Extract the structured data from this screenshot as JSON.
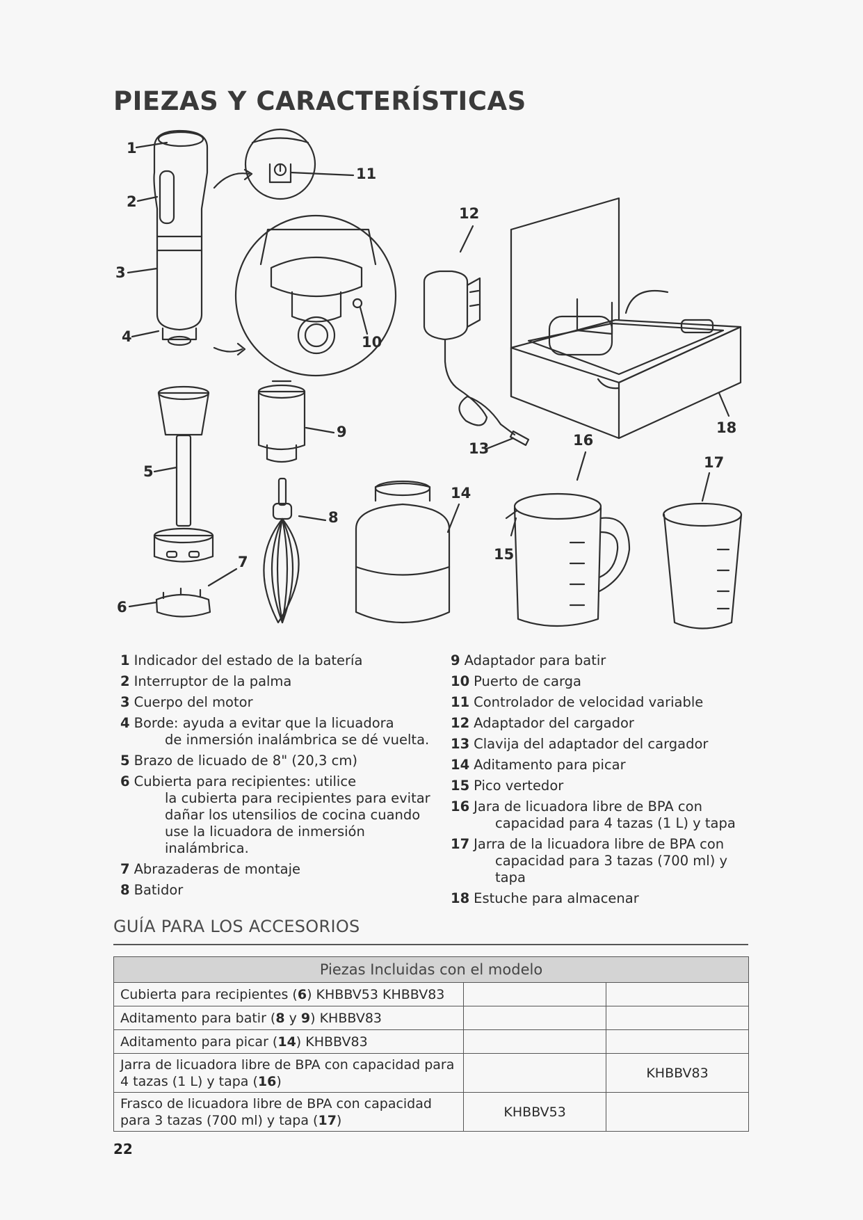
{
  "title": "PIEZAS Y CARACTERÍSTICAS",
  "callouts": [
    "1",
    "2",
    "3",
    "4",
    "5",
    "6",
    "7",
    "8",
    "9",
    "10",
    "11",
    "12",
    "13",
    "14",
    "15",
    "16",
    "17",
    "18"
  ],
  "parts_left": [
    {
      "num": "1",
      "text": "Indicador del estado de la batería",
      "cont": ""
    },
    {
      "num": "2",
      "text": "Interruptor de la palma",
      "cont": ""
    },
    {
      "num": "3",
      "text": "Cuerpo del motor",
      "cont": ""
    },
    {
      "num": "4",
      "text": "Borde: ayuda a evitar que la licuadora",
      "cont": "de inmersión inalámbrica se dé vuelta."
    },
    {
      "num": "5",
      "text": "Brazo de licuado de 8\" (20,3 cm)",
      "cont": ""
    },
    {
      "num": "6",
      "text": "Cubierta para recipientes: utilice",
      "cont": "la cubierta para recipientes para evitar dañar los utensilios de cocina cuando use la licuadora de inmersión inalámbrica."
    },
    {
      "num": "7",
      "text": "Abrazaderas de montaje",
      "cont": ""
    },
    {
      "num": "8",
      "text": "Batidor",
      "cont": ""
    }
  ],
  "parts_right": [
    {
      "num": "9",
      "text": "Adaptador para batir",
      "cont": ""
    },
    {
      "num": "10",
      "text": "Puerto de carga",
      "cont": ""
    },
    {
      "num": "11",
      "text": "Controlador de velocidad variable",
      "cont": ""
    },
    {
      "num": "12",
      "text": "Adaptador del cargador",
      "cont": ""
    },
    {
      "num": "13",
      "text": "Clavija del adaptador del cargador",
      "cont": ""
    },
    {
      "num": "14",
      "text": "Aditamento para picar",
      "cont": ""
    },
    {
      "num": "15",
      "text": "Pico vertedor",
      "cont": ""
    },
    {
      "num": "16",
      "text": "Jara de licuadora libre de BPA con",
      "cont": "capacidad para 4 tazas (1 L) y tapa"
    },
    {
      "num": "17",
      "text": "Jarra de la licuadora libre de BPA con",
      "cont": "capacidad para 3 tazas (700 ml) y tapa"
    },
    {
      "num": "18",
      "text": "Estuche para almacenar",
      "cont": ""
    }
  ],
  "accessories": {
    "title": "GUÍA PARA LOS ACCESORIOS",
    "header": "Piezas Incluidas con el modelo",
    "rows": [
      {
        "label": "Cubierta para recipientes (",
        "bold": "6",
        "label_after": ") KHBBV53 KHBBV83",
        "c2": "",
        "c3": ""
      },
      {
        "label": "Aditamento para batir (",
        "bold": "8",
        "mid": " y ",
        "bold2": "9",
        "label_after": ") KHBBV83",
        "c2": "",
        "c3": ""
      },
      {
        "label": "Aditamento para picar (",
        "bold": "14",
        "label_after": ") KHBBV83",
        "c2": "",
        "c3": ""
      },
      {
        "label": "Jarra de licuadora libre de BPA con capacidad para 4 tazas (1 L) y tapa (",
        "bold": "16",
        "label_after": ")",
        "c2": "",
        "c3": "KHBBV83"
      },
      {
        "label": "Frasco de licuadora libre de BPA con capacidad para 3 tazas (700 ml) y tapa (",
        "bold": "17",
        "label_after": ")",
        "c2": "KHBBV53",
        "c3": ""
      }
    ]
  },
  "page_number": "22"
}
